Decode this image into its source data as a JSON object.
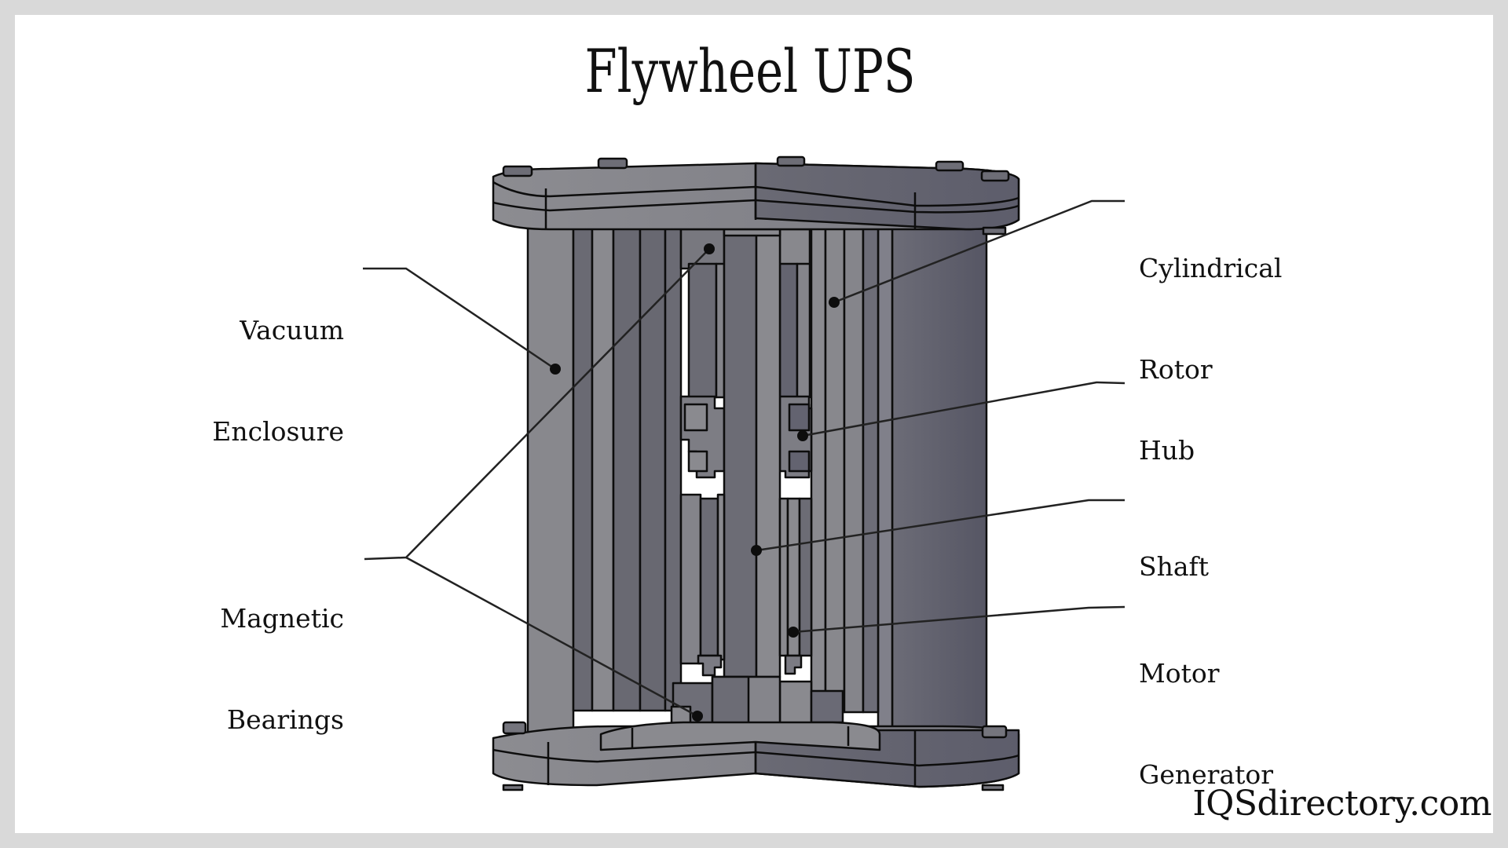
{
  "title": "Flywheel UPS",
  "labels": {
    "vacuum_enclosure": [
      "Vacuum",
      "Enclosure"
    ],
    "magnetic_bearings": [
      "Magnetic",
      "Bearings"
    ],
    "cylindrical_rotor": [
      "Cylindrical",
      "Rotor"
    ],
    "hub": [
      "Hub"
    ],
    "shaft": [
      "Shaft"
    ],
    "motor_generator": [
      "Motor",
      "Generator"
    ]
  },
  "watermark": "IQSdirectory.com",
  "colors": {
    "frame": "#d9d9d9",
    "panel": "#ffffff",
    "metal_light": "#8a8a90",
    "metal_mid": "#74747d",
    "metal_dark": "#63636d",
    "metal_blue_dark": "#5a5a68",
    "outline": "#0d0d0d",
    "leader": "#222222"
  }
}
